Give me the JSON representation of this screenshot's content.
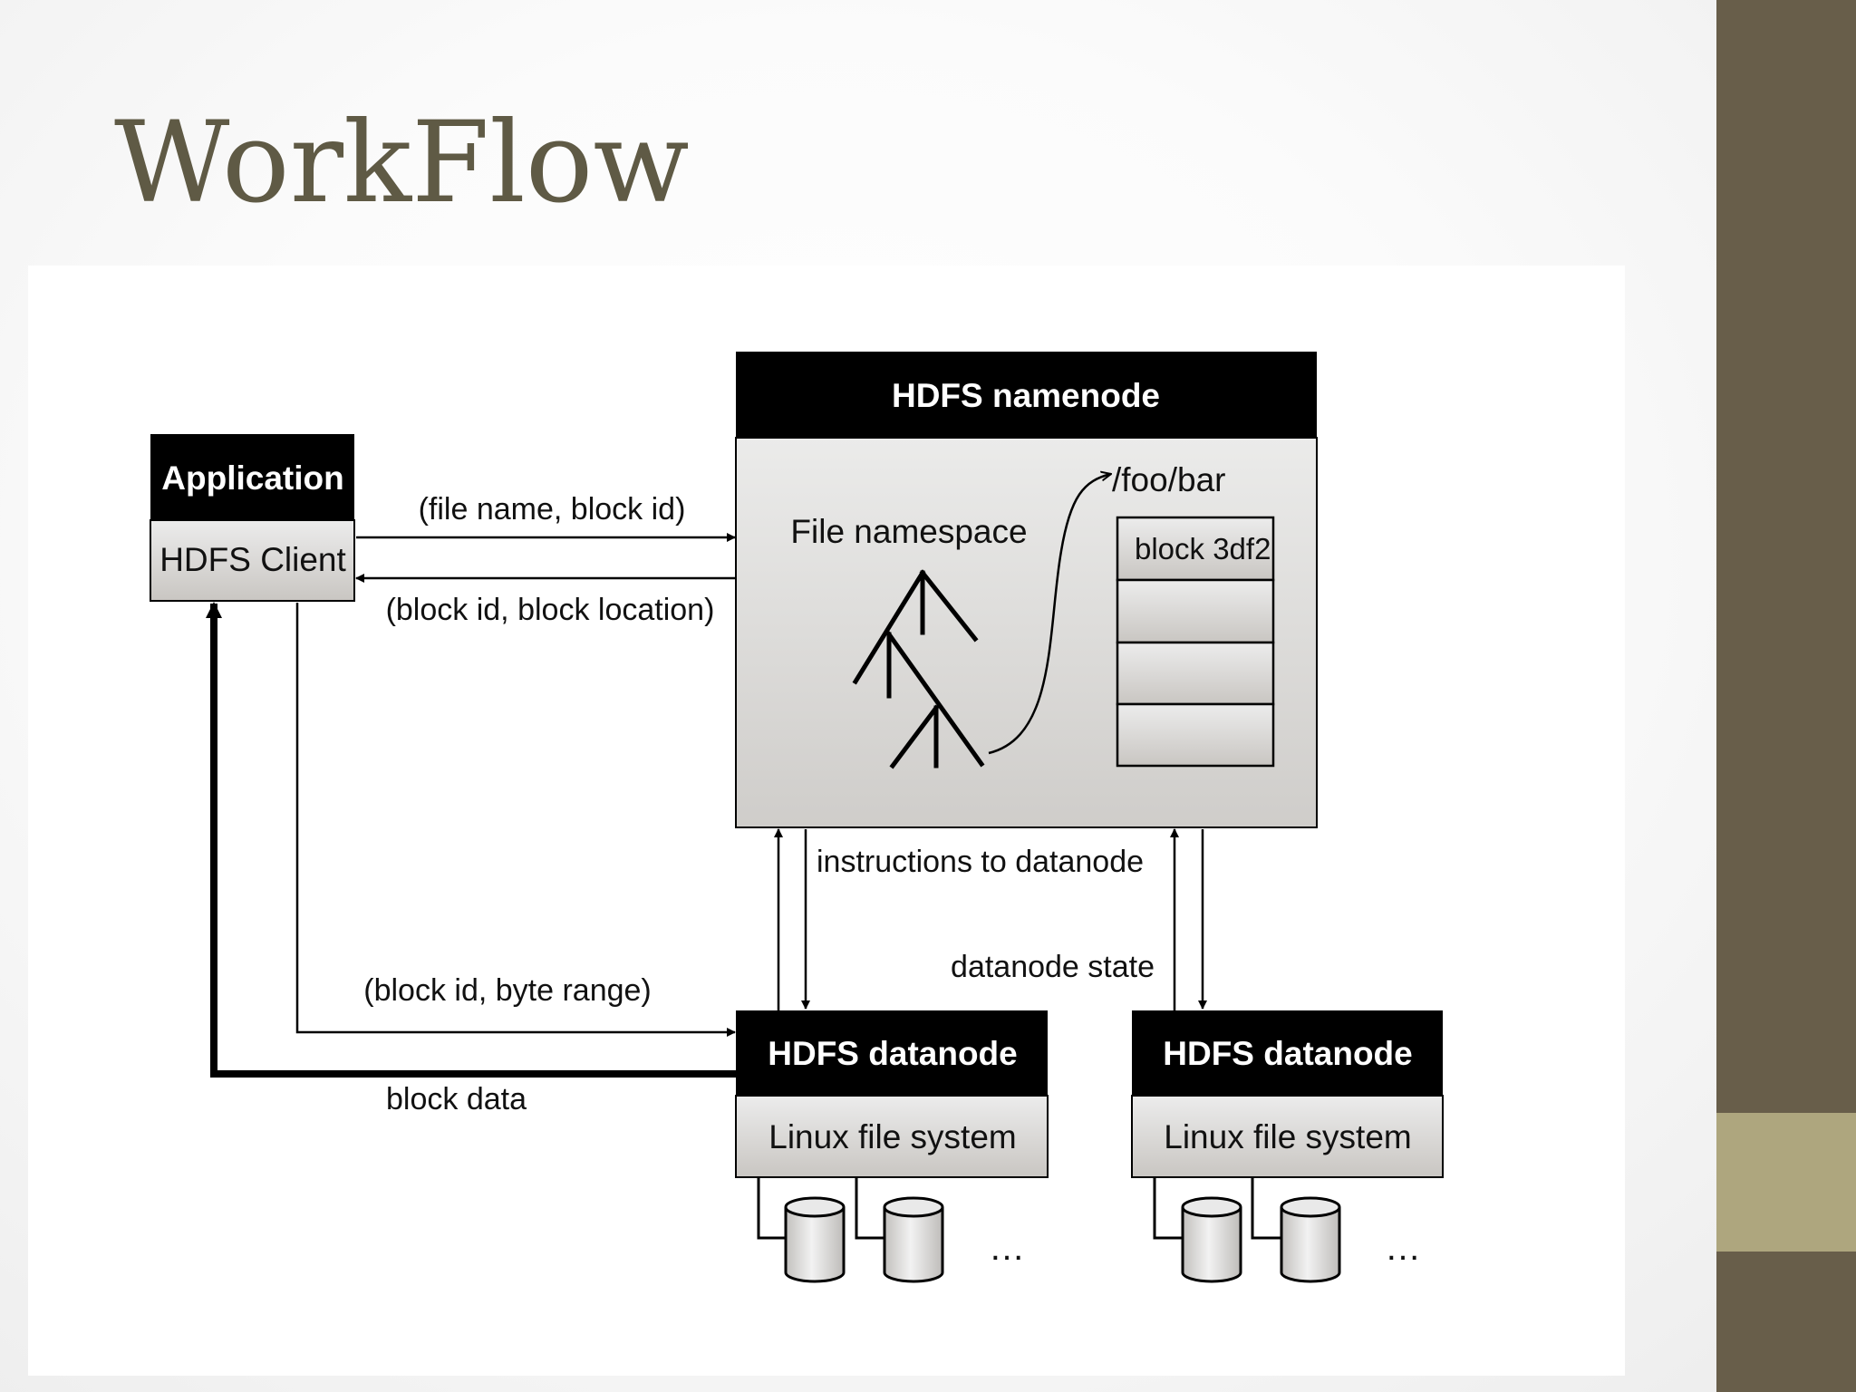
{
  "slide": {
    "title": "WorkFlow"
  },
  "colors": {
    "side_bar": "#685e4a",
    "side_accent": "#aea67e",
    "title": "#5f5a45",
    "box_header": "#000000",
    "box_body": "#d7d5d2"
  },
  "diagram": {
    "application": {
      "header": "Application",
      "body": "HDFS Client"
    },
    "namenode": {
      "header": "HDFS namenode",
      "namespace_label": "File namespace",
      "path_label": "/foo/bar",
      "block_label": "block 3df2"
    },
    "datanodes": [
      {
        "header": "HDFS datanode",
        "body": "Linux file system",
        "ellipsis": "…"
      },
      {
        "header": "HDFS datanode",
        "body": "Linux file system",
        "ellipsis": "…"
      }
    ],
    "edges": {
      "request": "(file name, block id)",
      "response": "(block id, block location)",
      "instructions": "instructions to datanode",
      "state": "datanode state",
      "read_request": "(block id, byte range)",
      "block_data": "block data"
    }
  }
}
